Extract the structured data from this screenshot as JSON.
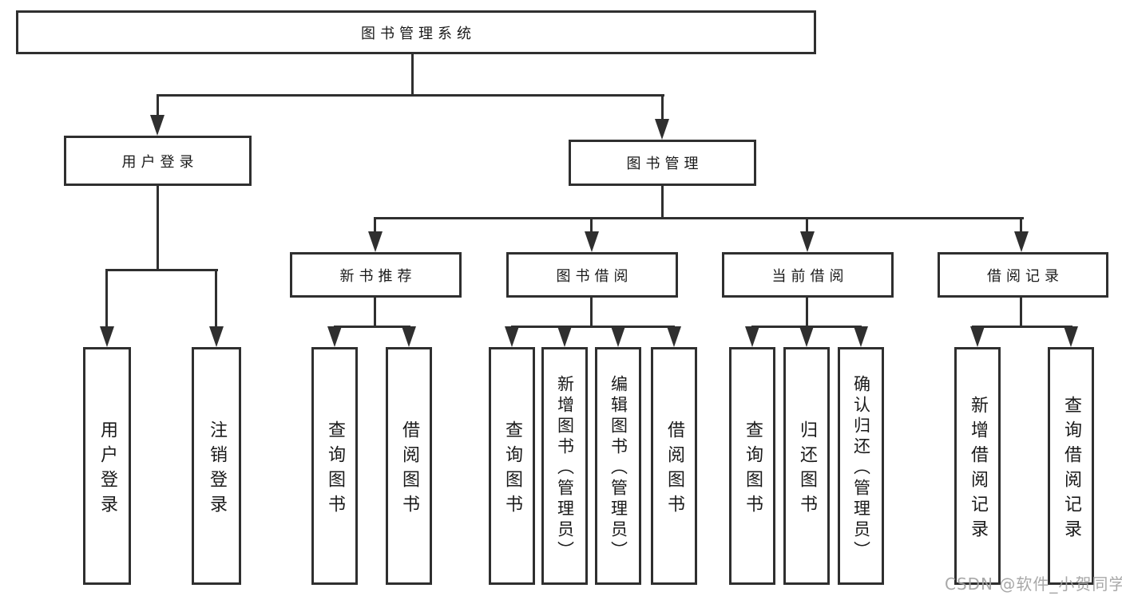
{
  "diagram": {
    "root": {
      "label": "图书管理系统"
    },
    "level2": [
      "用户登录",
      "图书管理"
    ],
    "level3": [
      "新书推荐",
      "图书借阅",
      "当前借阅",
      "借阅记录"
    ],
    "leaves": {
      "user_login": [
        "用户登录",
        "注销登录"
      ],
      "new_book_recommend": [
        "查询图书",
        "借阅图书"
      ],
      "book_borrow": [
        "查询图书",
        "新增图书（管理员）",
        "编辑图书（管理员）",
        "借阅图书"
      ],
      "current_borrow": [
        "查询图书",
        "归还图书",
        "确认归还（管理员）"
      ],
      "borrow_record": [
        "新增借阅记录",
        "查询借阅记录"
      ]
    }
  },
  "watermark": {
    "text": "CSDN @软件_小贺同学"
  },
  "colors": {
    "line": "#2f2f2f",
    "box_border": "#2f2f2f",
    "text": "#1a1a1a",
    "watermark": "#9f9f9f",
    "background": "#ffffff"
  }
}
